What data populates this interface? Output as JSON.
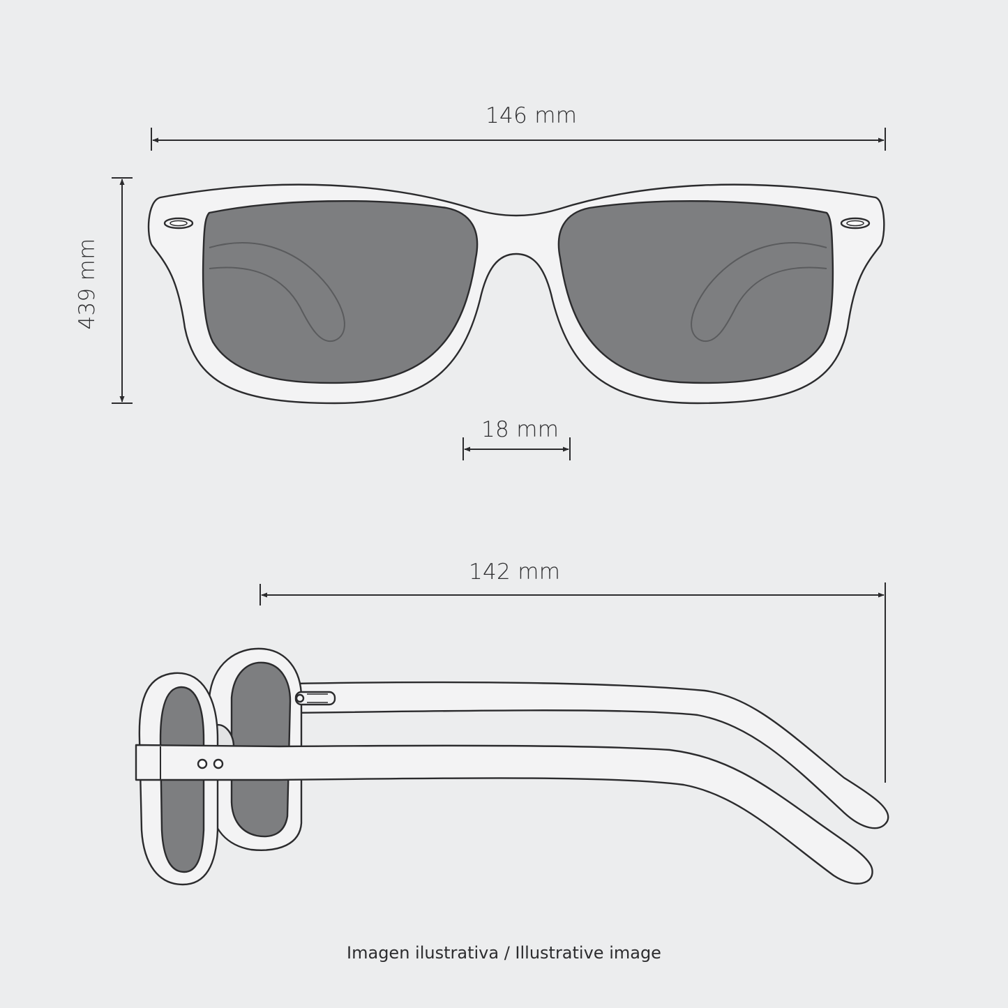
{
  "dimensions": {
    "total_width": "146 mm",
    "lens_height": "439 mm",
    "bridge_width": "18 mm",
    "temple_length": "142 mm"
  },
  "caption": "Imagen ilustrativa / Illustrative image",
  "colors": {
    "background": "#ecedee",
    "line": "#2b2b2d",
    "lens": "#7d7e80",
    "frame_fill": "#f3f3f4"
  }
}
